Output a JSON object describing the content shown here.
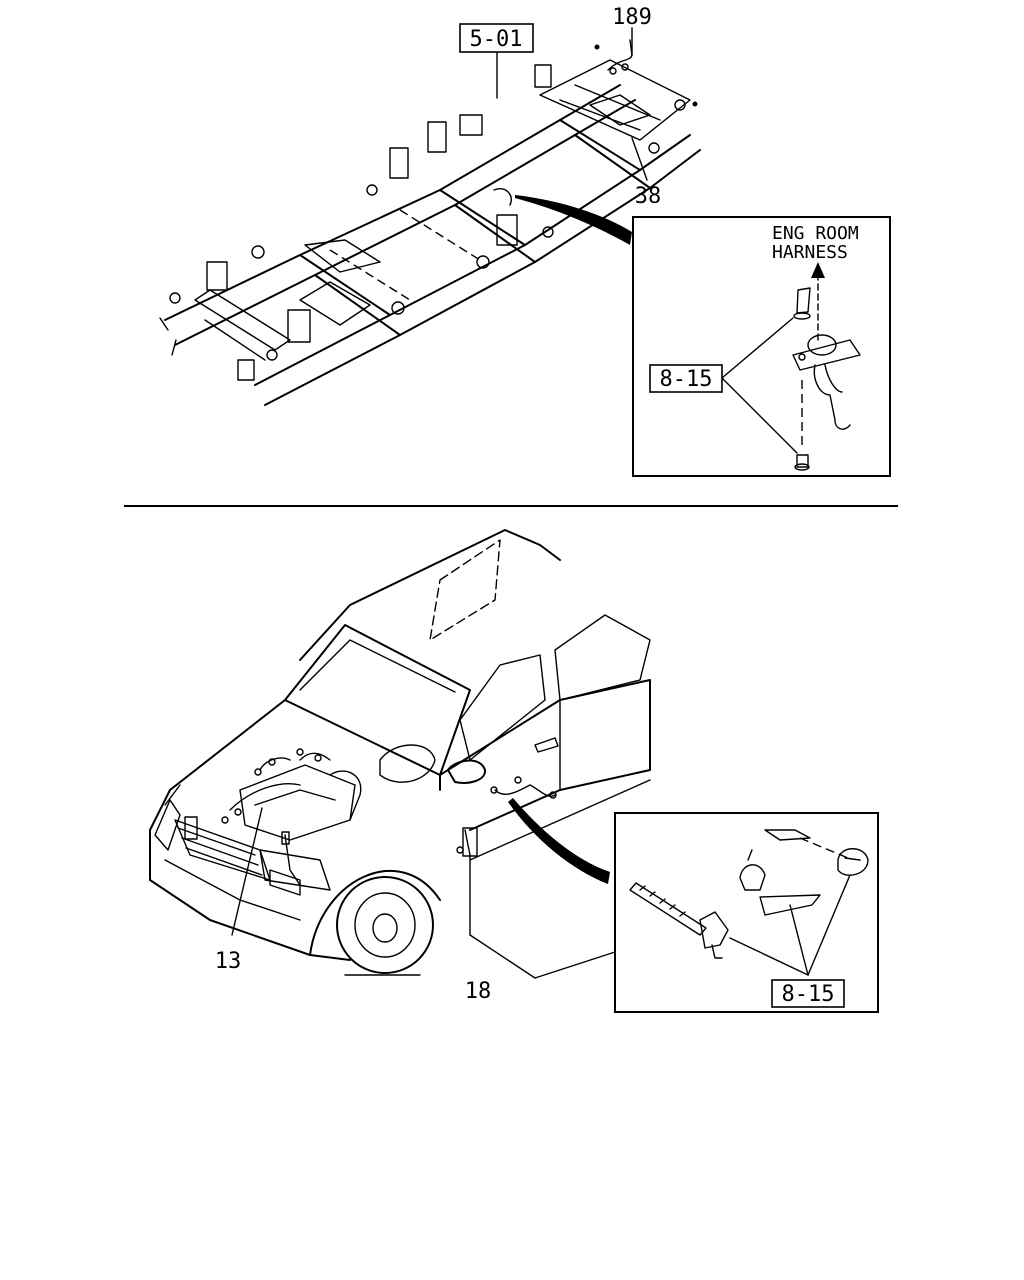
{
  "callouts": {
    "top_ref": "5-01",
    "part_189": "189",
    "part_38": "38",
    "inset_top_title_line1": "ENG ROOM",
    "inset_top_title_line2": "HARNESS",
    "inset_top_ref": "8-15",
    "part_13": "13",
    "part_18": "18",
    "inset_bottom_ref": "8-15"
  }
}
